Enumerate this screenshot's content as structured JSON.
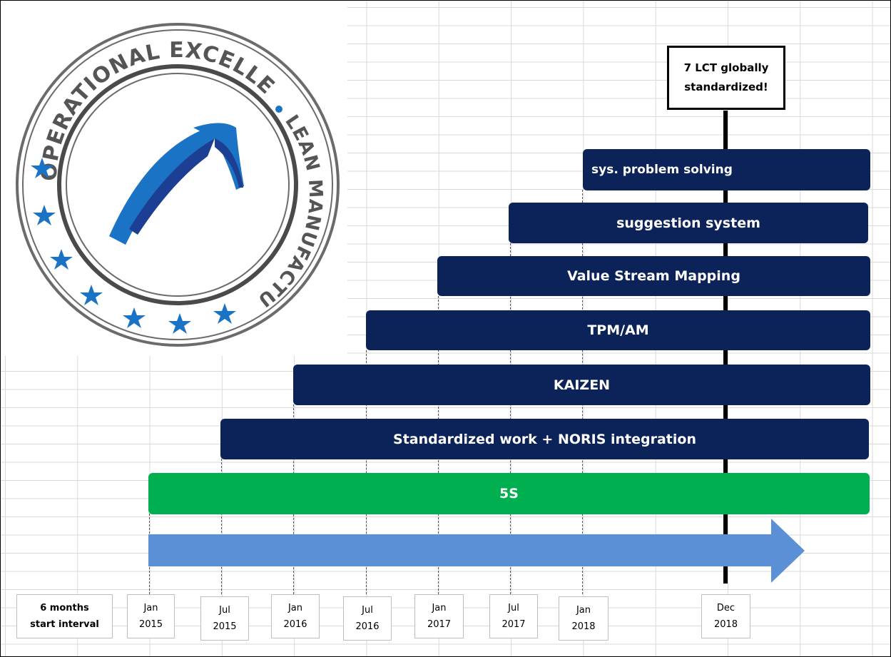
{
  "logo": {
    "ring_text_top": "OPERATIONAL EXCELLENCE",
    "ring_text_right": "LEAN MANUFACTURING",
    "brand_blue": "#1a73c4",
    "dark_blue": "#1c3f93"
  },
  "callout": {
    "line1": "7 LCT globally",
    "line2": "standardized!"
  },
  "bars": [
    {
      "label": "sys. problem solving",
      "start": "Jan 2018",
      "color": "#0c2359"
    },
    {
      "label": "suggestion system",
      "start": "Jul 2017",
      "color": "#0c2359"
    },
    {
      "label": "Value Stream Mapping",
      "start": "Jan 2017",
      "color": "#0c2359"
    },
    {
      "label": "TPM/AM",
      "start": "Jul 2016",
      "color": "#0c2359"
    },
    {
      "label": "KAIZEN",
      "start": "Jan 2016",
      "color": "#0c2359"
    },
    {
      "label": "Standardized work + NORIS integration",
      "start": "Jul 2015",
      "color": "#0c2359"
    },
    {
      "label": "5S",
      "start": "Jan 2015",
      "color": "#00b050"
    }
  ],
  "arrow_color": "#5b8fd6",
  "timeline": {
    "legend": {
      "line1": "6 months",
      "line2": "start interval"
    },
    "ticks": [
      {
        "line1": "Jan",
        "line2": "2015"
      },
      {
        "line1": "Jul",
        "line2": "2015"
      },
      {
        "line1": "Jan",
        "line2": "2016"
      },
      {
        "line1": "Jul",
        "line2": "2016"
      },
      {
        "line1": "Jan",
        "line2": "2017"
      },
      {
        "line1": "Jul",
        "line2": "2017"
      },
      {
        "line1": "Jan",
        "line2": "2018"
      },
      {
        "line1": "Dec",
        "line2": "2018"
      }
    ]
  }
}
